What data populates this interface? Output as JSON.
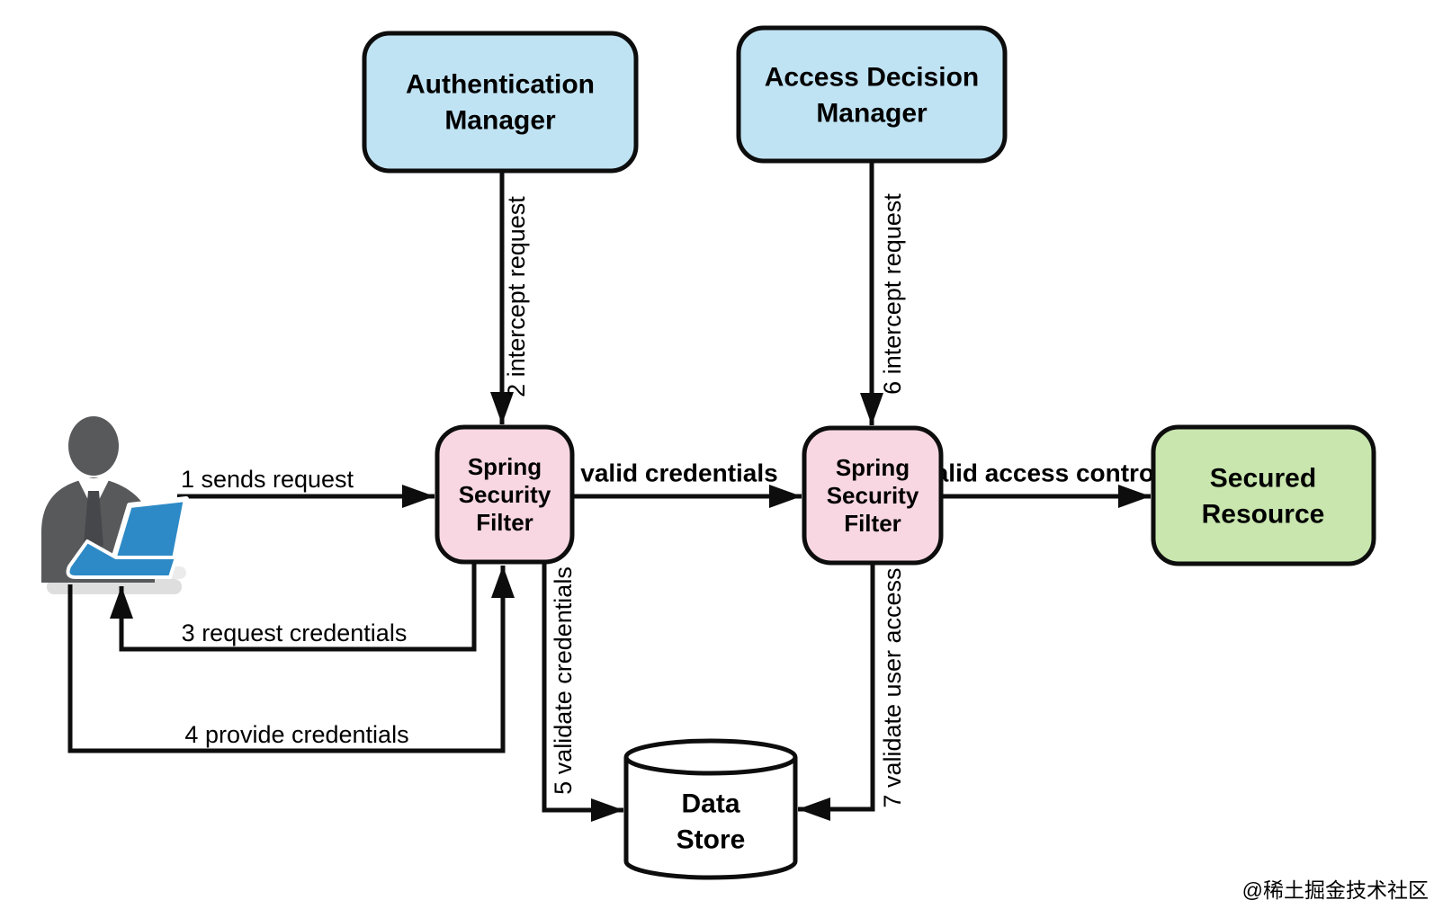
{
  "colors": {
    "background": "#ffffff",
    "manager_fill": "#c0e3f3",
    "filter_fill": "#f8d7e2",
    "resource_fill": "#c8e6ae",
    "datastore_fill": "#ffffff",
    "stroke": "#0d0d0d",
    "person_gray": "#58595b",
    "tie_dark": "#46474a",
    "laptop_blue": "#2d8ac6",
    "watermark_color": "#c9c9c9"
  },
  "nodes": {
    "auth_manager": {
      "lines": [
        "Authentication",
        "Manager"
      ]
    },
    "access_decision_manager": {
      "lines": [
        "Access Decision",
        "Manager"
      ]
    },
    "security_filter_1": {
      "lines": [
        "Spring",
        "Security",
        "Filter"
      ]
    },
    "security_filter_2": {
      "lines": [
        "Spring",
        "Security",
        "Filter"
      ]
    },
    "secured_resource": {
      "lines": [
        "Secured",
        "Resource"
      ]
    },
    "data_store": {
      "lines": [
        "Data",
        "Store"
      ]
    },
    "user": {
      "icon": "person-at-laptop-icon"
    }
  },
  "edges": {
    "sends_request": {
      "label": "1 sends request"
    },
    "intercept_request_auth": {
      "label": "2 intercept request"
    },
    "request_credentials": {
      "label": "3 request credentials"
    },
    "provide_credentials": {
      "label": "4 provide credentials"
    },
    "validate_credentials": {
      "label": "5 validate credentials"
    },
    "valid_credentials": {
      "label": "valid credentials"
    },
    "intercept_request_access": {
      "label": "6 intercept request"
    },
    "validate_user_access": {
      "label": "7 validate user access"
    },
    "valid_access_control": {
      "label": "valid access control"
    }
  },
  "watermark": {
    "text": "@稀土掘金技术社区"
  }
}
